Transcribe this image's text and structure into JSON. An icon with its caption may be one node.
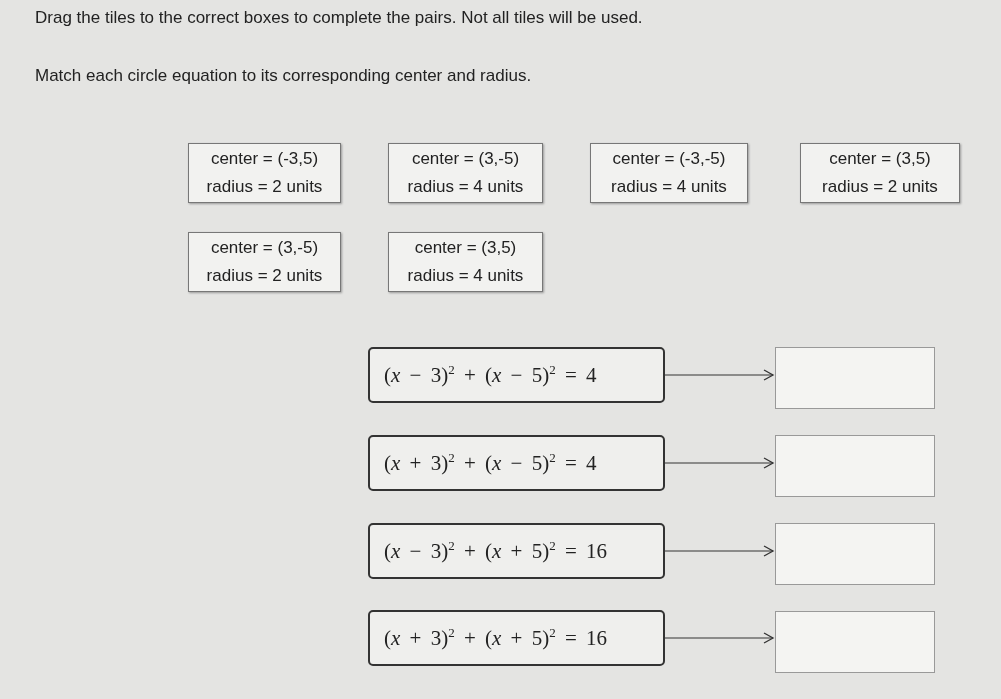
{
  "diagram": {
    "title": "Drag the tiles to the correct boxes to complete the pairs. Not all tiles will be used.",
    "nodes": [
      {
        "text": [
          "center = (-3,5)",
          "radius = 2 units"
        ]
      },
      {
        "text": [
          "center = (3,-5)",
          "radius = 4 units"
        ]
      },
      {
        "text": [
          "center = (-3,-5)",
          "radius = 4 units"
        ]
      },
      {
        "text": [
          "center = (3,5)",
          "radius = 2 units"
        ]
      },
      {
        "text": [
          "center = (3,-5)",
          "radius = 2 units"
        ]
      },
      {
        "text": [
          "center = (3,5)",
          "radius = 4 units"
        ]
      },
      {
        "text": [
          "(*x* − 3)$^{2}$ + (*x* − 5)$^{2}$ = 4"
        ]
      },
      {
        "text": [],
        "shape": "box"
      },
      {
        "text": [
          "(*x* + 3)$^{2}$ + (*x* − 5)$^{2}$ = 4"
        ]
      },
      {
        "text": [],
        "shape": "box"
      },
      {
        "text": [
          "(*x* − 3)$^{2}$ + (*x* + 5)$^{2}$ = 16"
        ]
      },
      {
        "text": [],
        "shape": "box"
      },
      {
        "text": [
          "(*x* + 3)$^{2}$ + (*x* + 5)$^{2}$ = 16"
        ]
      },
      {
        "text": [],
        "shape": "box"
      }
    ],
    "edges": [
      {
        "from": 6,
        "to": 7,
        "arrow": "to"
      },
      {
        "from": 8,
        "to": 9,
        "arrow": "to"
      },
      {
        "from": 10,
        "to": 11,
        "arrow": "to"
      },
      {
        "from": 12,
        "to": 13,
        "arrow": "to"
      }
    ],
    "labels": [
      "Match each circle equation to its corresponding center and radius."
    ]
  }
}
